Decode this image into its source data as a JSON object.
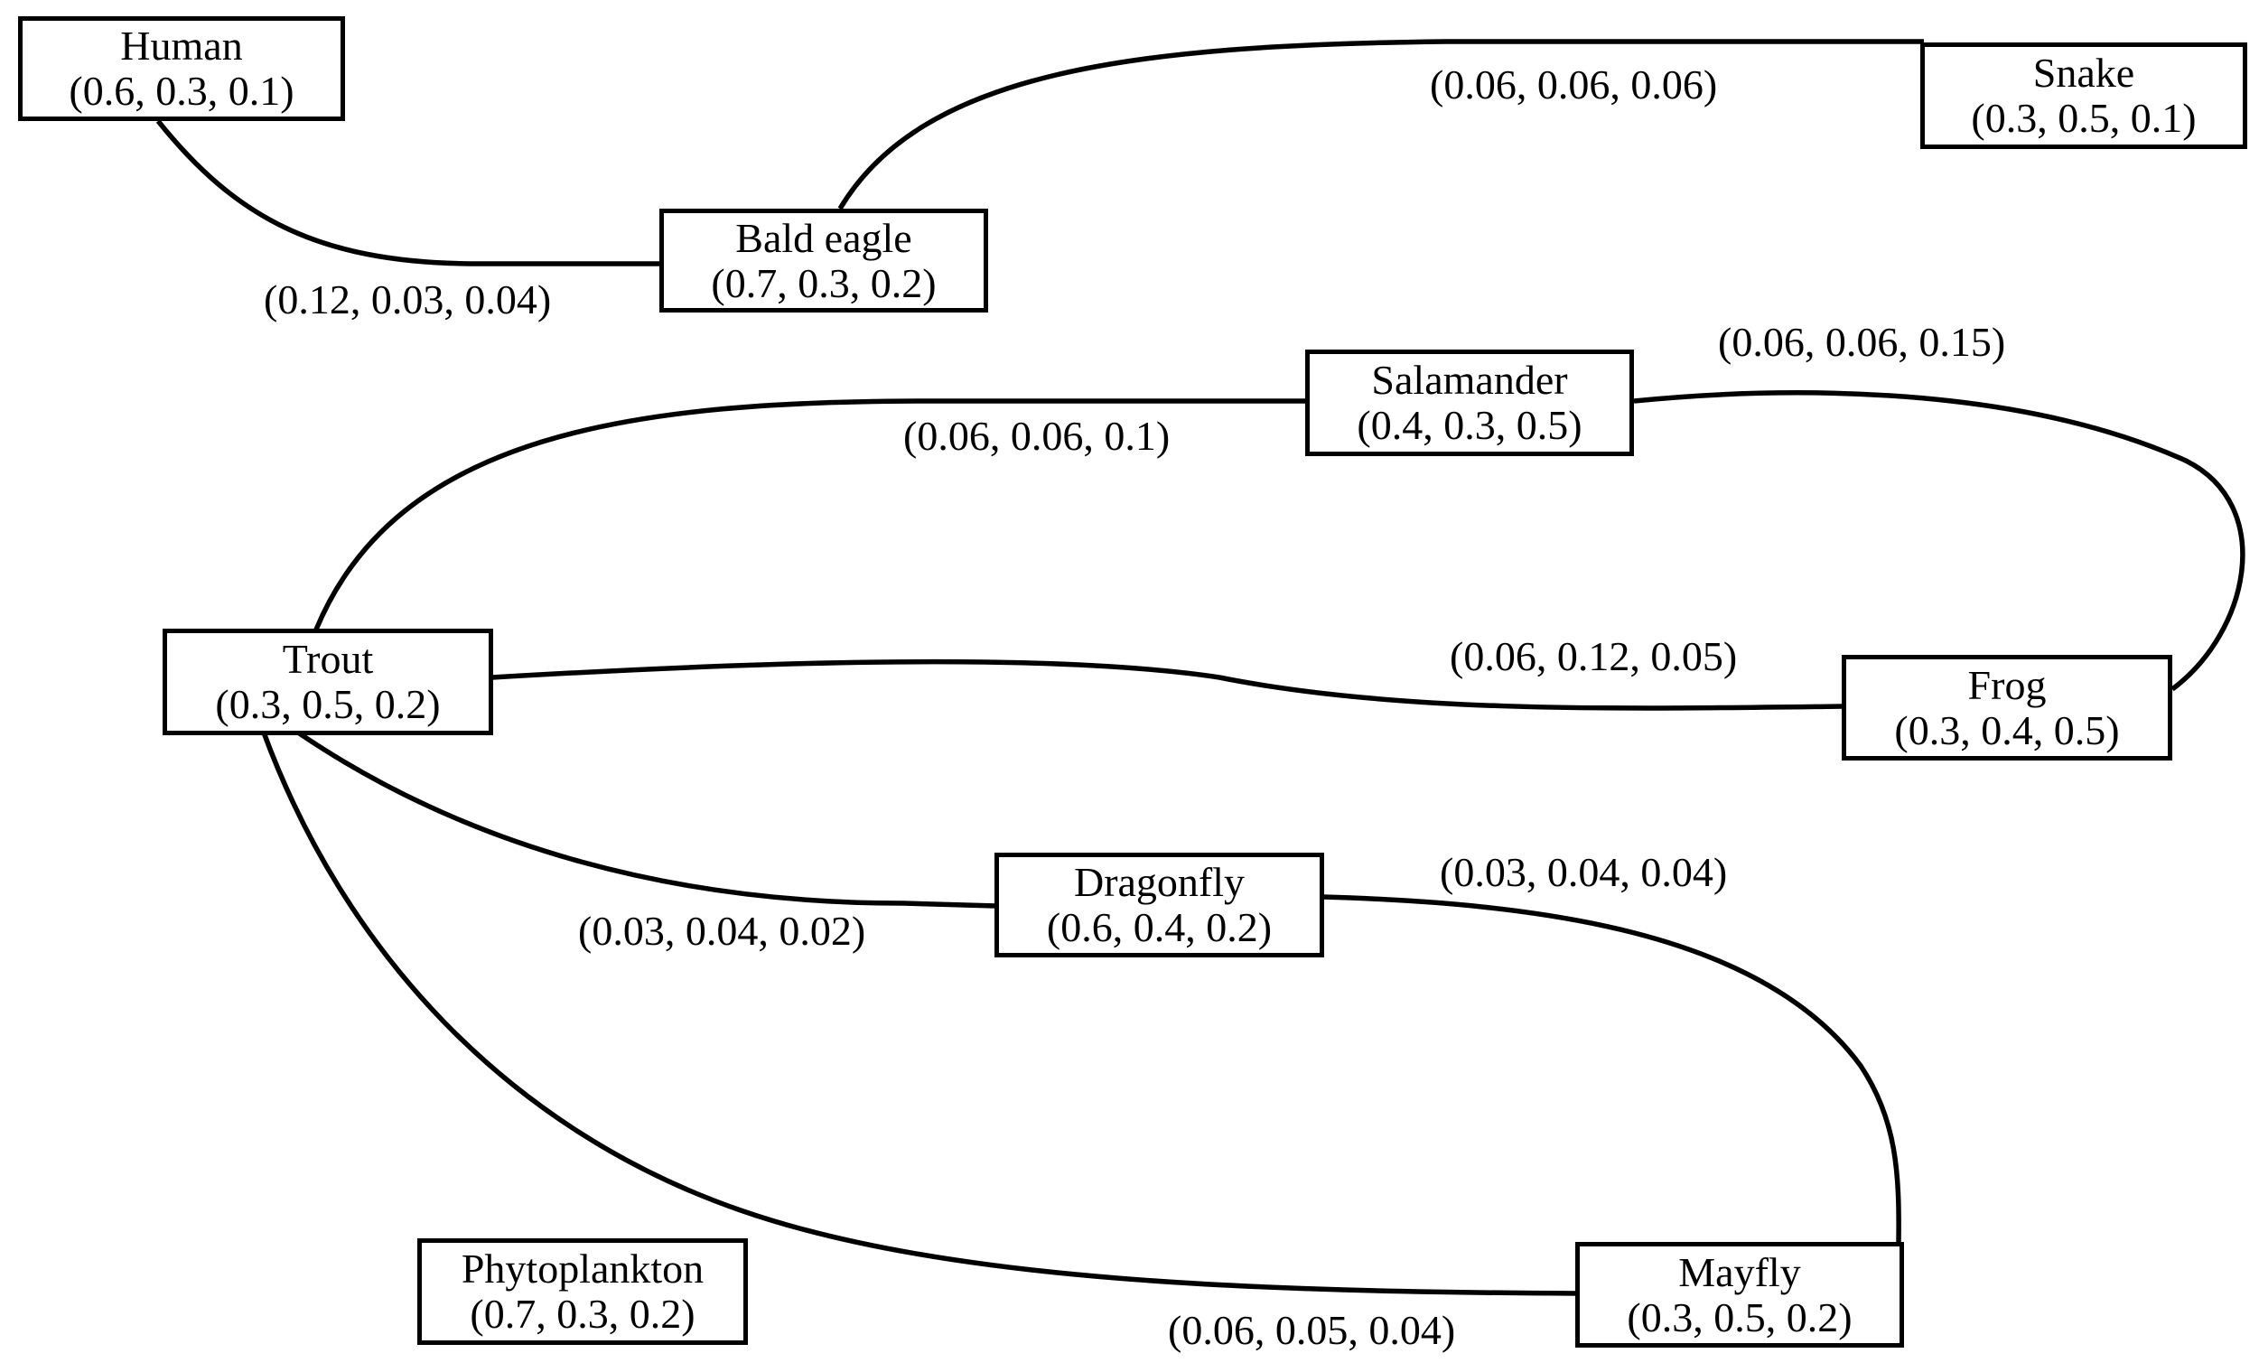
{
  "nodes": {
    "human": {
      "name": "Human",
      "values": "(0.6, 0.3, 0.1)"
    },
    "snake": {
      "name": "Snake",
      "values": "(0.3, 0.5, 0.1)"
    },
    "bald_eagle": {
      "name": "Bald eagle",
      "values": "(0.7, 0.3, 0.2)"
    },
    "salamander": {
      "name": "Salamander",
      "values": "(0.4, 0.3, 0.5)"
    },
    "trout": {
      "name": "Trout",
      "values": "(0.3, 0.5, 0.2)"
    },
    "frog": {
      "name": "Frog",
      "values": "(0.3, 0.4, 0.5)"
    },
    "dragonfly": {
      "name": "Dragonfly",
      "values": "(0.6, 0.4, 0.2)"
    },
    "phytoplankton": {
      "name": "Phytoplankton",
      "values": "(0.7, 0.3, 0.2)"
    },
    "mayfly": {
      "name": "Mayfly",
      "values": "(0.3, 0.5, 0.2)"
    }
  },
  "edges": {
    "human_bald_eagle": {
      "from": "Human",
      "to": "Bald eagle",
      "label": "(0.12, 0.03, 0.04)"
    },
    "bald_eagle_snake": {
      "from": "Bald eagle",
      "to": "Snake",
      "label": "(0.06, 0.06, 0.06)"
    },
    "trout_salamander": {
      "from": "Trout",
      "to": "Salamander",
      "label": "(0.06, 0.06, 0.1)"
    },
    "salamander_frog": {
      "from": "Salamander",
      "to": "Frog",
      "label": "(0.06, 0.06, 0.15)"
    },
    "trout_frog": {
      "from": "Trout",
      "to": "Frog",
      "label": "(0.06, 0.12, 0.05)"
    },
    "trout_dragonfly": {
      "from": "Trout",
      "to": "Dragonfly",
      "label": "(0.03, 0.04, 0.02)"
    },
    "dragonfly_mayfly": {
      "from": "Dragonfly",
      "to": "Mayfly",
      "label": "(0.03, 0.04, 0.04)"
    },
    "trout_mayfly": {
      "from": "Trout",
      "to": "Mayfly",
      "label": "(0.06, 0.05, 0.04)"
    }
  }
}
